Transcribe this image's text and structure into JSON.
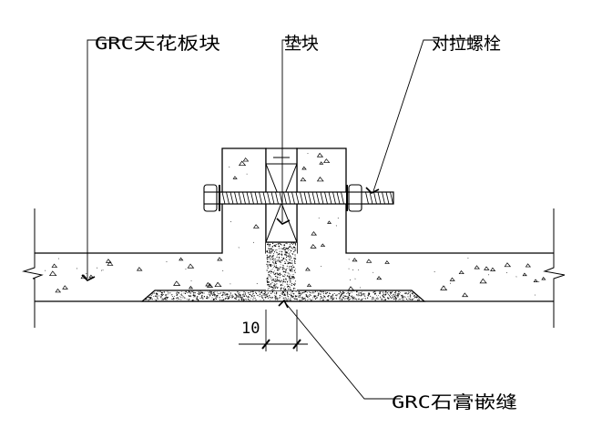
{
  "labels": {
    "grc_panel": "GRC天花板块",
    "spacer_block": "垫块",
    "tie_bolt": "对拉螺栓",
    "gypsum_joint": "GRC石膏嵌缝",
    "joint_width": "10"
  },
  "colors": {
    "line": "#000000",
    "background": "#ffffff",
    "stipple": "#000000"
  }
}
